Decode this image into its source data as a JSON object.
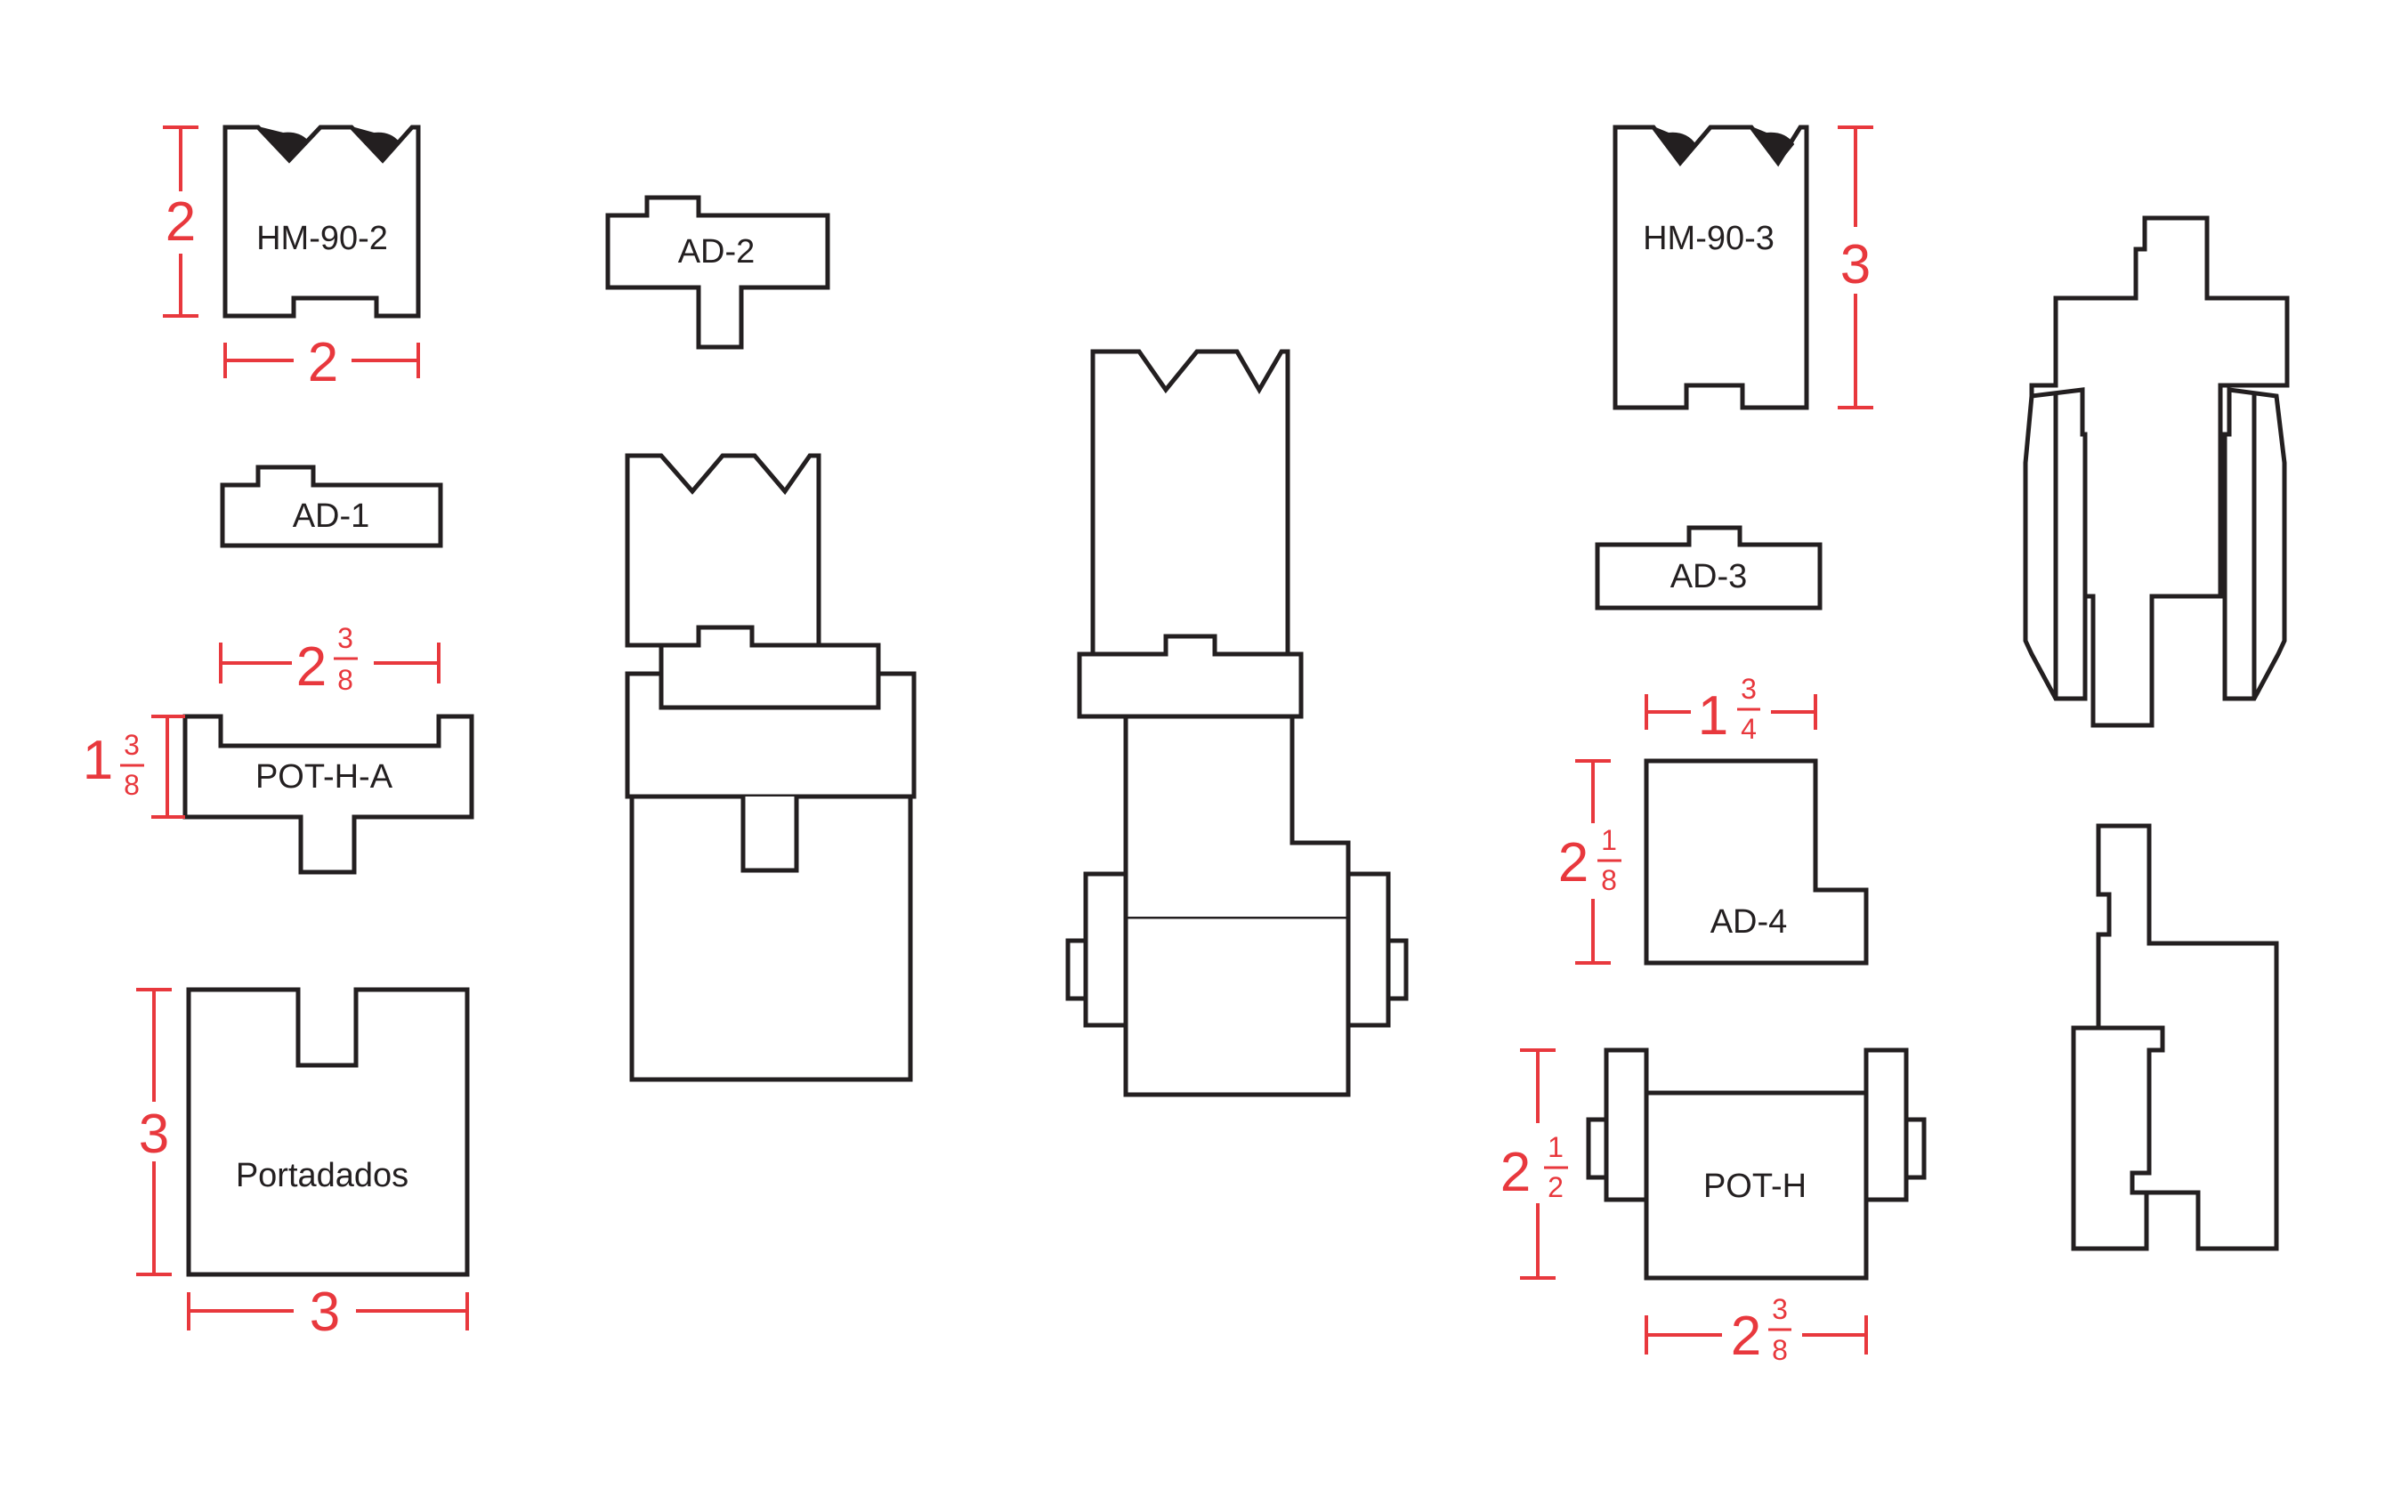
{
  "labels": {
    "hm90_2": "HM-90-2",
    "ad2": "AD-2",
    "hm90_3": "HM-90-3",
    "ad1": "AD-1",
    "ad3": "AD-3",
    "poth_a": "POT-H-A",
    "ad4": "AD-4",
    "portadados": "Portadados",
    "poth": "POT-H"
  },
  "dimensions": {
    "hm90_2_height": "2",
    "hm90_2_width": "2",
    "hm90_3_height": "3",
    "poth_a_width": {
      "whole": "2",
      "num": "3",
      "den": "8"
    },
    "poth_a_height": {
      "whole": "1",
      "num": "3",
      "den": "8"
    },
    "ad4_width": {
      "whole": "1",
      "num": "3",
      "den": "4"
    },
    "ad4_height": {
      "whole": "2",
      "num": "1",
      "den": "8"
    },
    "poth_height": {
      "whole": "2",
      "num": "1",
      "den": "2"
    },
    "poth_width": {
      "whole": "2",
      "num": "3",
      "den": "8"
    },
    "portadados_height": "3",
    "portadados_width": "3"
  },
  "colors": {
    "line": "#231f20",
    "dimension": "#e8383d",
    "background": "#ffffff"
  }
}
